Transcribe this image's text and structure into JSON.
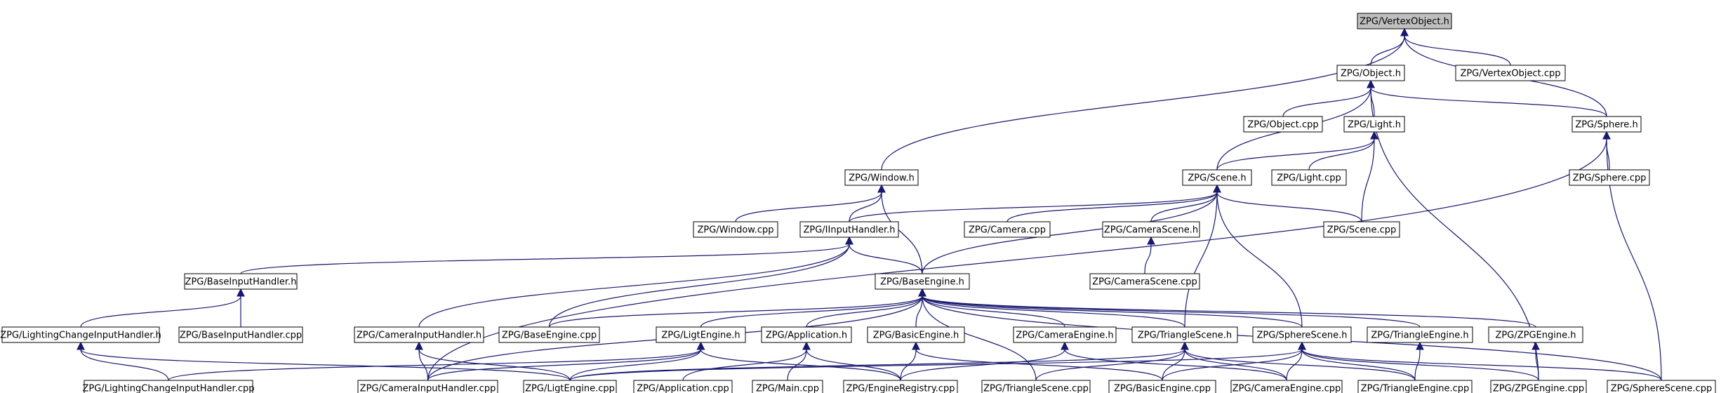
{
  "nodes": [
    {
      "id": "vertexobject_h",
      "label": "ZPG/VertexObject.h",
      "root": true
    },
    {
      "id": "object_h",
      "label": "ZPG/Object.h"
    },
    {
      "id": "vertexobject_cpp",
      "label": "ZPG/VertexObject.cpp"
    },
    {
      "id": "object_cpp",
      "label": "ZPG/Object.cpp"
    },
    {
      "id": "light_h",
      "label": "ZPG/Light.h"
    },
    {
      "id": "sphere_h",
      "label": "ZPG/Sphere.h"
    },
    {
      "id": "window_h",
      "label": "ZPG/Window.h"
    },
    {
      "id": "scene_h",
      "label": "ZPG/Scene.h"
    },
    {
      "id": "light_cpp",
      "label": "ZPG/Light.cpp"
    },
    {
      "id": "sphere_cpp",
      "label": "ZPG/Sphere.cpp"
    },
    {
      "id": "window_cpp",
      "label": "ZPG/Window.cpp"
    },
    {
      "id": "iinputhandler_h",
      "label": "ZPG/IInputHandler.h"
    },
    {
      "id": "camera_cpp",
      "label": "ZPG/Camera.cpp"
    },
    {
      "id": "camerascene_h",
      "label": "ZPG/CameraScene.h"
    },
    {
      "id": "scene_cpp",
      "label": "ZPG/Scene.cpp"
    },
    {
      "id": "baseinputhandler_h",
      "label": "ZPG/BaseInputHandler.h"
    },
    {
      "id": "baseengine_h",
      "label": "ZPG/BaseEngine.h"
    },
    {
      "id": "camerascene_cpp",
      "label": "ZPG/CameraScene.cpp"
    },
    {
      "id": "lightingchange_h",
      "label": "ZPG/LightingChangeInputHandler.h"
    },
    {
      "id": "baseinputhandler_cpp",
      "label": "ZPG/BaseInputHandler.cpp"
    },
    {
      "id": "camerainputhandler_h",
      "label": "ZPG/CameraInputHandler.h"
    },
    {
      "id": "baseengine_cpp",
      "label": "ZPG/BaseEngine.cpp"
    },
    {
      "id": "ligtengine_h",
      "label": "ZPG/LigtEngine.h"
    },
    {
      "id": "application_h",
      "label": "ZPG/Application.h"
    },
    {
      "id": "basicengine_h",
      "label": "ZPG/BasicEngine.h"
    },
    {
      "id": "cameraengine_h",
      "label": "ZPG/CameraEngine.h"
    },
    {
      "id": "trianglescene_h",
      "label": "ZPG/TriangleScene.h"
    },
    {
      "id": "spherescene_h",
      "label": "ZPG/SphereScene.h"
    },
    {
      "id": "triangleengine_h",
      "label": "ZPG/TriangleEngine.h"
    },
    {
      "id": "zpgengine_h",
      "label": "ZPG/ZPGEngine.h"
    },
    {
      "id": "lightingchange_cpp",
      "label": "ZPG/LightingChangeInputHandler.cpp"
    },
    {
      "id": "camerainputhandler_cpp",
      "label": "ZPG/CameraInputHandler.cpp"
    },
    {
      "id": "ligtengine_cpp",
      "label": "ZPG/LigtEngine.cpp"
    },
    {
      "id": "application_cpp",
      "label": "ZPG/Application.cpp"
    },
    {
      "id": "main_cpp",
      "label": "ZPG/Main.cpp"
    },
    {
      "id": "engineregistry_cpp",
      "label": "ZPG/EngineRegistry.cpp"
    },
    {
      "id": "trianglescene_cpp",
      "label": "ZPG/TriangleScene.cpp"
    },
    {
      "id": "basicengine_cpp",
      "label": "ZPG/BasicEngine.cpp"
    },
    {
      "id": "cameraengine_cpp",
      "label": "ZPG/CameraEngine.cpp"
    },
    {
      "id": "triangleengine_cpp",
      "label": "ZPG/TriangleEngine.cpp"
    },
    {
      "id": "zpgengine_cpp",
      "label": "ZPG/ZPGEngine.cpp"
    },
    {
      "id": "spherescene_cpp",
      "label": "ZPG/SphereScene.cpp"
    }
  ],
  "edges": [
    [
      "object_h",
      "vertexobject_h"
    ],
    [
      "vertexobject_cpp",
      "vertexobject_h"
    ],
    [
      "sphere_h",
      "vertexobject_h"
    ],
    [
      "window_h",
      "vertexobject_h"
    ],
    [
      "object_cpp",
      "object_h"
    ],
    [
      "light_h",
      "object_h"
    ],
    [
      "sphere_h",
      "object_h"
    ],
    [
      "scene_h",
      "object_h"
    ],
    [
      "zpgengine_cpp",
      "object_h"
    ],
    [
      "scene_h",
      "light_h"
    ],
    [
      "light_cpp",
      "light_h"
    ],
    [
      "scene_cpp",
      "light_h"
    ],
    [
      "sphere_cpp",
      "sphere_h"
    ],
    [
      "spherescene_cpp",
      "sphere_h"
    ],
    [
      "camerainputhandler_cpp",
      "sphere_h"
    ],
    [
      "window_cpp",
      "window_h"
    ],
    [
      "iinputhandler_h",
      "window_h"
    ],
    [
      "baseengine_h",
      "window_h"
    ],
    [
      "iinputhandler_h",
      "scene_h"
    ],
    [
      "camera_cpp",
      "scene_h"
    ],
    [
      "camerascene_h",
      "scene_h"
    ],
    [
      "scene_cpp",
      "scene_h"
    ],
    [
      "baseengine_h",
      "scene_h"
    ],
    [
      "trianglescene_h",
      "scene_h"
    ],
    [
      "spherescene_h",
      "scene_h"
    ],
    [
      "camerascene_cpp",
      "camerascene_h"
    ],
    [
      "baseinputhandler_h",
      "iinputhandler_h"
    ],
    [
      "baseengine_h",
      "iinputhandler_h"
    ],
    [
      "camerainputhandler_h",
      "iinputhandler_h"
    ],
    [
      "baseengine_cpp",
      "iinputhandler_h"
    ],
    [
      "lightingchange_h",
      "baseinputhandler_h"
    ],
    [
      "baseinputhandler_cpp",
      "baseinputhandler_h"
    ],
    [
      "lightingchange_cpp",
      "lightingchange_h"
    ],
    [
      "ligtengine_cpp",
      "lightingchange_h"
    ],
    [
      "camerainputhandler_cpp",
      "camerainputhandler_h"
    ],
    [
      "ligtengine_cpp",
      "camerainputhandler_h"
    ],
    [
      "baseengine_cpp",
      "baseengine_h"
    ],
    [
      "ligtengine_h",
      "baseengine_h"
    ],
    [
      "application_h",
      "baseengine_h"
    ],
    [
      "basicengine_h",
      "baseengine_h"
    ],
    [
      "cameraengine_h",
      "baseengine_h"
    ],
    [
      "trianglescene_h",
      "baseengine_h"
    ],
    [
      "spherescene_h",
      "baseengine_h"
    ],
    [
      "triangleengine_h",
      "baseengine_h"
    ],
    [
      "zpgengine_h",
      "baseengine_h"
    ],
    [
      "camerainputhandler_cpp",
      "baseengine_h"
    ],
    [
      "trianglescene_cpp",
      "baseengine_h"
    ],
    [
      "spherescene_cpp",
      "baseengine_h"
    ],
    [
      "lightingchange_cpp",
      "ligtengine_h"
    ],
    [
      "camerainputhandler_cpp",
      "ligtengine_h"
    ],
    [
      "ligtengine_cpp",
      "ligtengine_h"
    ],
    [
      "engineregistry_cpp",
      "ligtengine_h"
    ],
    [
      "application_cpp",
      "application_h"
    ],
    [
      "main_cpp",
      "application_h"
    ],
    [
      "engineregistry_cpp",
      "application_h"
    ],
    [
      "engineregistry_cpp",
      "basicengine_h"
    ],
    [
      "basicengine_cpp",
      "basicengine_h"
    ],
    [
      "engineregistry_cpp",
      "cameraengine_h"
    ],
    [
      "cameraengine_cpp",
      "cameraengine_h"
    ],
    [
      "ligtengine_cpp",
      "trianglescene_h"
    ],
    [
      "trianglescene_cpp",
      "trianglescene_h"
    ],
    [
      "basicengine_cpp",
      "trianglescene_h"
    ],
    [
      "cameraengine_cpp",
      "trianglescene_h"
    ],
    [
      "triangleengine_cpp",
      "trianglescene_h"
    ],
    [
      "ligtengine_cpp",
      "spherescene_h"
    ],
    [
      "basicengine_cpp",
      "spherescene_h"
    ],
    [
      "cameraengine_cpp",
      "spherescene_h"
    ],
    [
      "triangleengine_cpp",
      "spherescene_h"
    ],
    [
      "zpgengine_cpp",
      "spherescene_h"
    ],
    [
      "spherescene_cpp",
      "spherescene_h"
    ],
    [
      "triangleengine_cpp",
      "triangleengine_h"
    ],
    [
      "zpgengine_cpp",
      "zpgengine_h"
    ]
  ],
  "colors": {
    "edge": "#191970",
    "root_fill": "#bfbfbf",
    "node_fill": "#ffffff",
    "node_border": "#000000"
  }
}
